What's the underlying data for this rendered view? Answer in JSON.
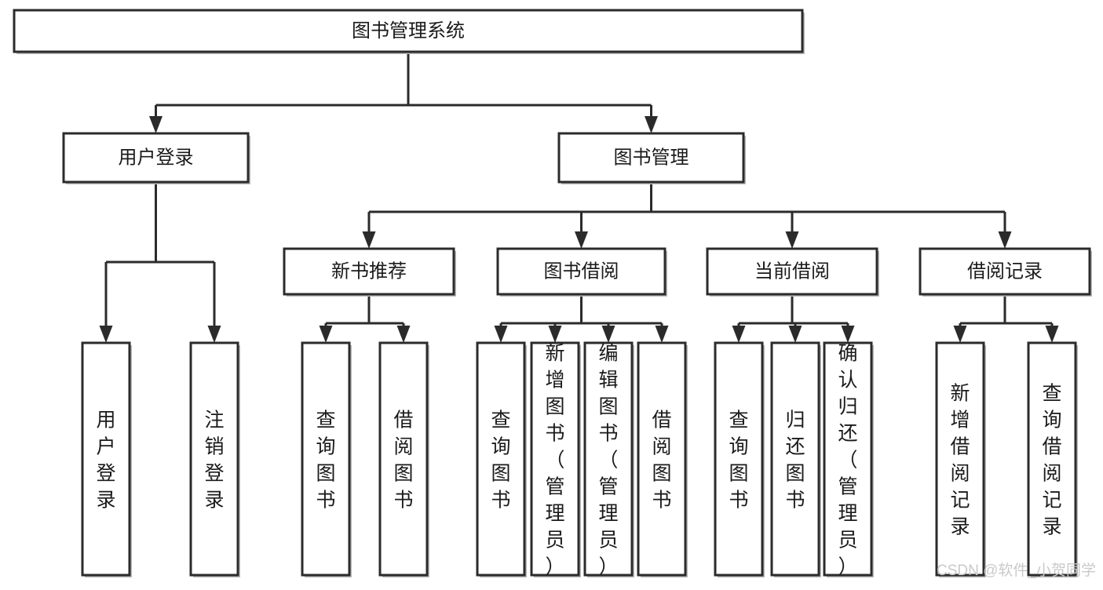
{
  "diagram": {
    "title": "图书管理系统",
    "type": "hierarchy-tree",
    "root": {
      "id": "root",
      "label": "图书管理系统",
      "orientation": "horizontal"
    },
    "level2": [
      {
        "id": "user-login",
        "label": "用户登录",
        "orientation": "horizontal"
      },
      {
        "id": "book-management",
        "label": "图书管理",
        "orientation": "horizontal"
      }
    ],
    "level3": [
      {
        "id": "new-book-recommend",
        "label": "新书推荐",
        "orientation": "horizontal",
        "parent": "book-management"
      },
      {
        "id": "book-borrow",
        "label": "图书借阅",
        "orientation": "horizontal",
        "parent": "book-management"
      },
      {
        "id": "current-borrow",
        "label": "当前借阅",
        "orientation": "horizontal",
        "parent": "book-management"
      },
      {
        "id": "borrow-record",
        "label": "借阅记录",
        "orientation": "horizontal",
        "parent": "book-management"
      }
    ],
    "leaves": [
      {
        "id": "leaf-user-login",
        "label": "用户登录",
        "orientation": "vertical",
        "parent": "user-login"
      },
      {
        "id": "leaf-logout-login",
        "label": "注销登录",
        "orientation": "vertical",
        "parent": "user-login"
      },
      {
        "id": "leaf-query-book-1",
        "label": "查询图书",
        "orientation": "vertical",
        "parent": "new-book-recommend"
      },
      {
        "id": "leaf-borrow-book-1",
        "label": "借阅图书",
        "orientation": "vertical",
        "parent": "new-book-recommend"
      },
      {
        "id": "leaf-query-book-2",
        "label": "查询图书",
        "orientation": "vertical",
        "parent": "book-borrow"
      },
      {
        "id": "leaf-add-book-admin",
        "label": "新增图书（管理员）",
        "orientation": "vertical",
        "parent": "book-borrow"
      },
      {
        "id": "leaf-edit-book-admin",
        "label": "编辑图书（管理员）",
        "orientation": "vertical",
        "parent": "book-borrow"
      },
      {
        "id": "leaf-borrow-book-2",
        "label": "借阅图书",
        "orientation": "vertical",
        "parent": "book-borrow"
      },
      {
        "id": "leaf-query-book-3",
        "label": "查询图书",
        "orientation": "vertical",
        "parent": "current-borrow"
      },
      {
        "id": "leaf-return-book",
        "label": "归还图书",
        "orientation": "vertical",
        "parent": "current-borrow"
      },
      {
        "id": "leaf-confirm-return-admin",
        "label": "确认归还（管理员）",
        "orientation": "vertical",
        "parent": "current-borrow"
      },
      {
        "id": "leaf-add-borrow-record",
        "label": "新增借阅记录",
        "orientation": "vertical",
        "parent": "borrow-record"
      },
      {
        "id": "leaf-query-borrow-record",
        "label": "查询借阅记录",
        "orientation": "vertical",
        "parent": "borrow-record"
      }
    ],
    "colors": {
      "box_fill": "#ffffff",
      "box_stroke": "#2b2b2b",
      "text": "#1a1a1a",
      "connector": "#2b2b2b",
      "shadow": "#b9b9b9",
      "watermark": "#c9c9c9",
      "background": "#ffffff"
    }
  },
  "watermark": {
    "text": "CSDN @软件_小贺同学"
  }
}
